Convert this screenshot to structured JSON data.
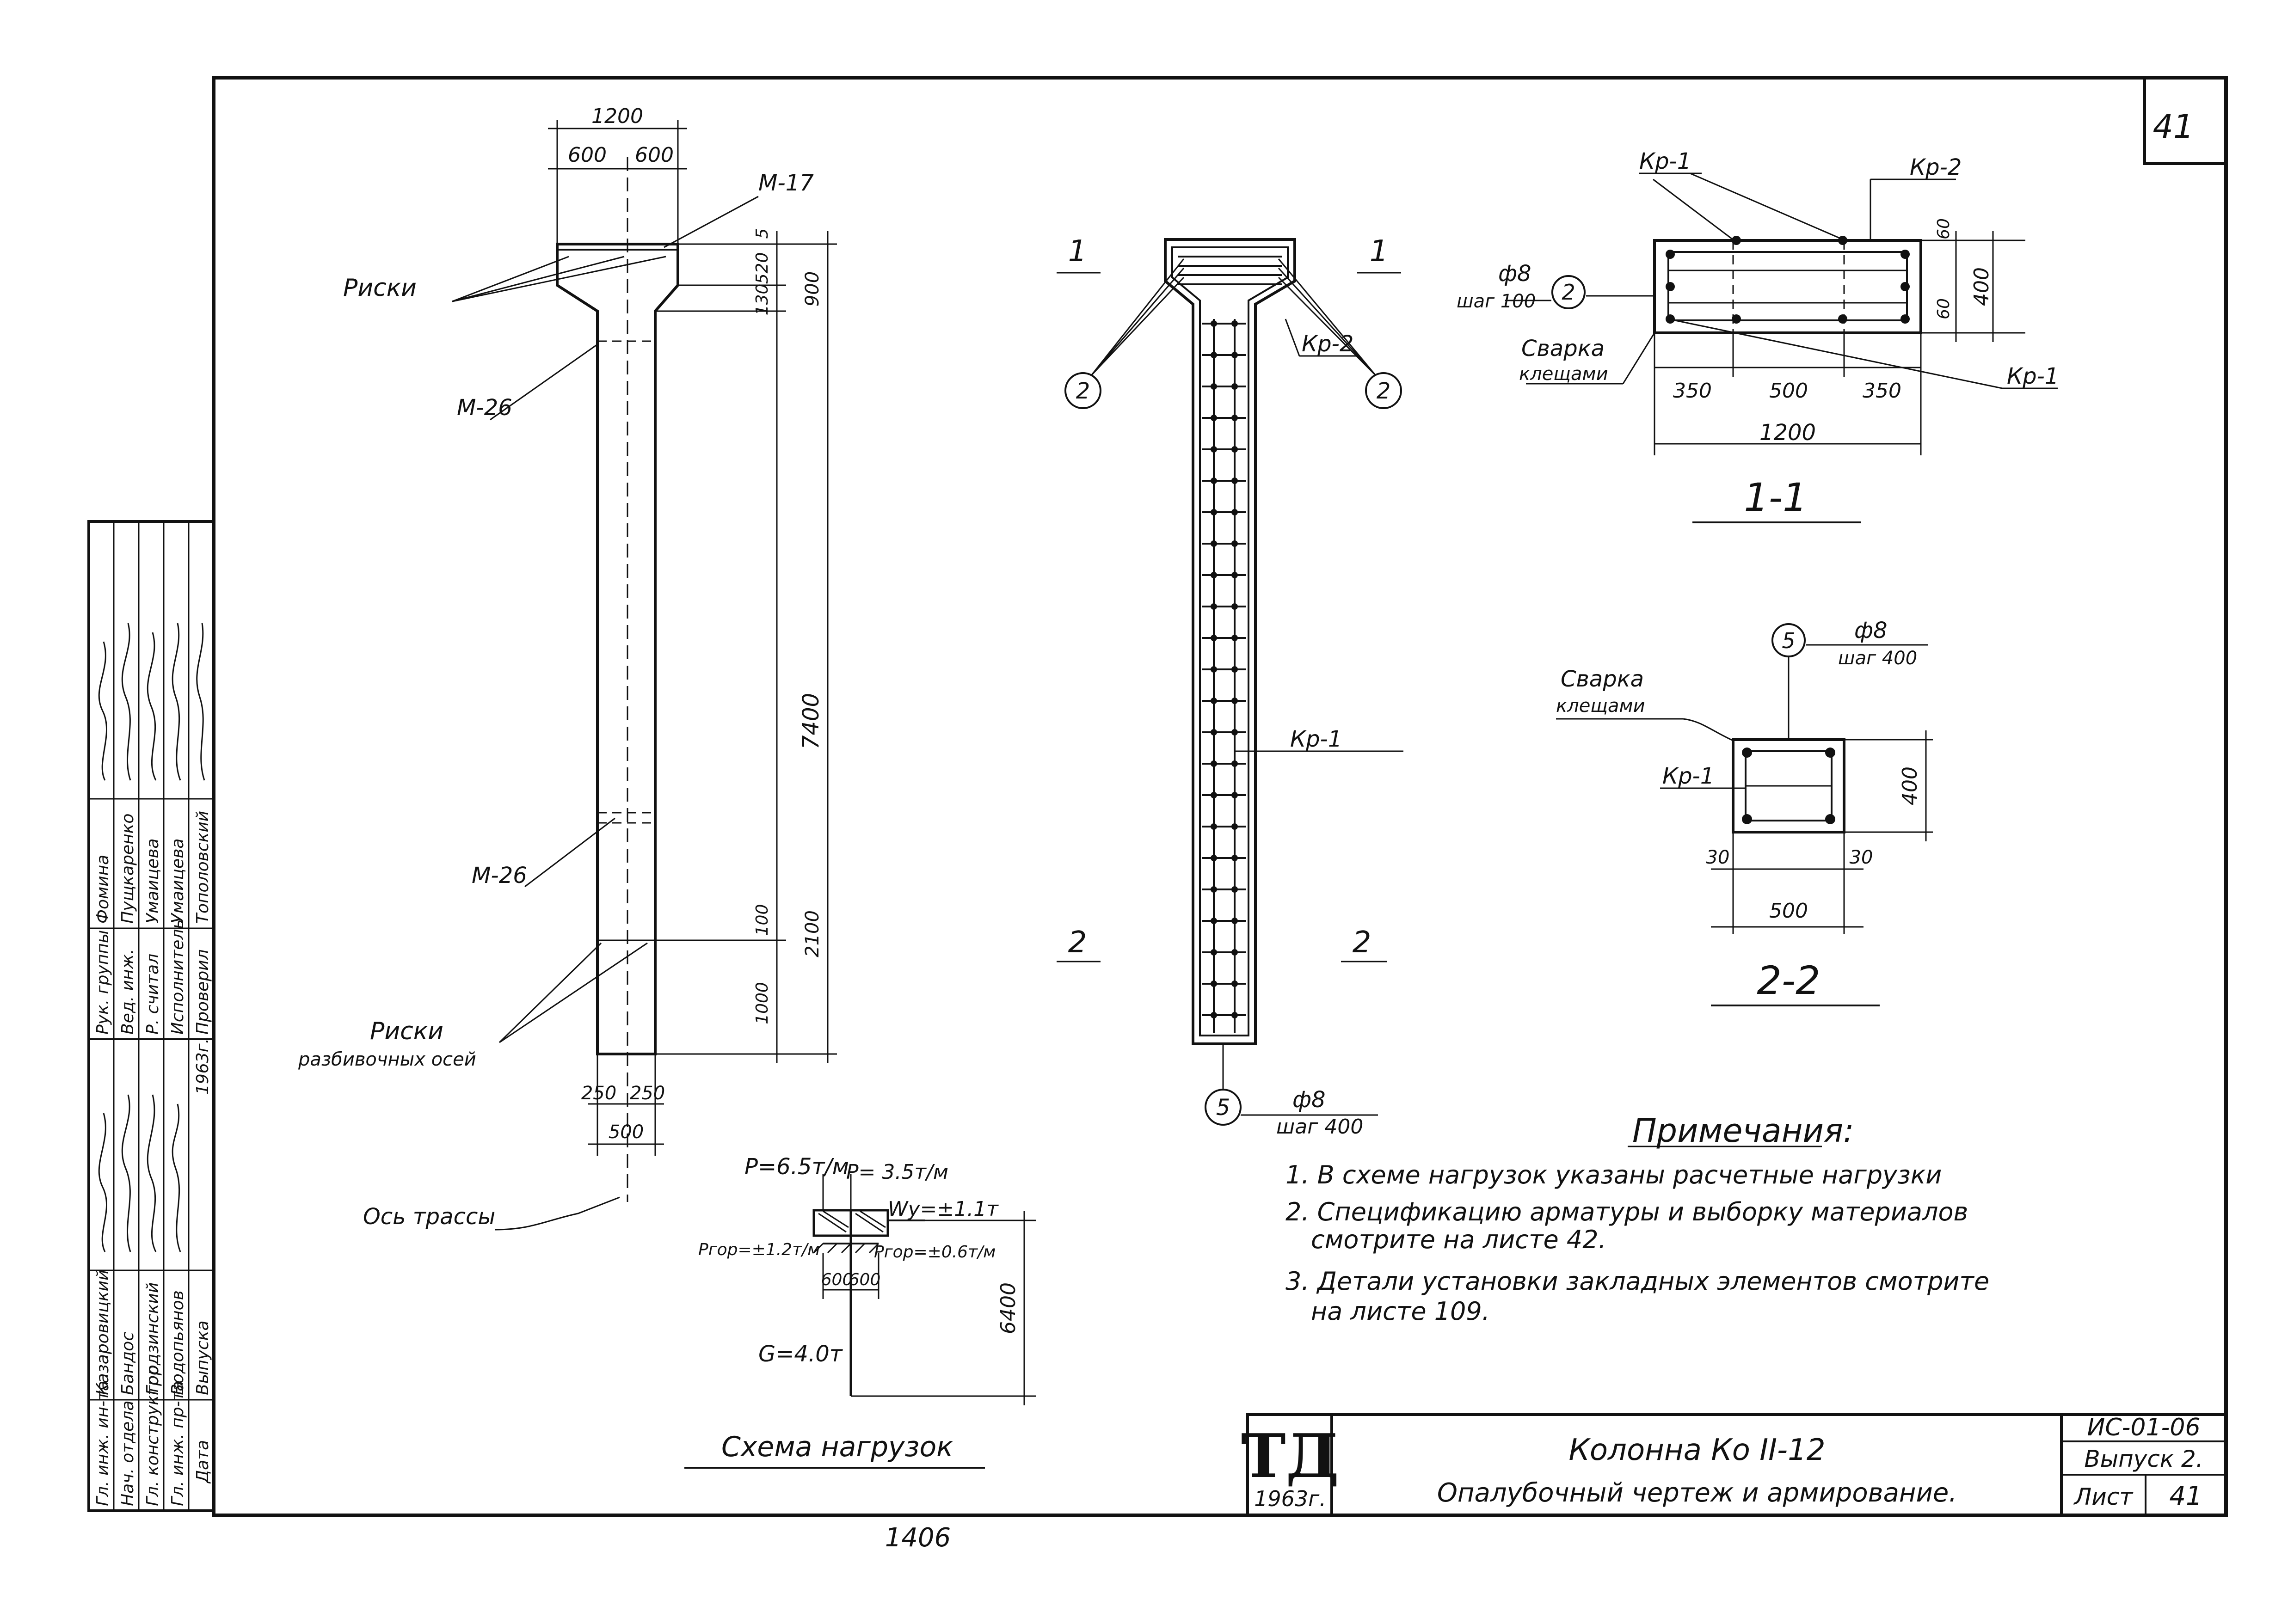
{
  "sheet_number_corner": "41",
  "column_view": {
    "dim_top_total": "1200",
    "dim_top_left": "600",
    "dim_top_right": "600",
    "label_m17": "M-17",
    "label_riski": "Риски",
    "label_m26_top": "M-26",
    "dim_r_5": "5",
    "dim_r_520": "520",
    "dim_r_130": "130",
    "dim_r_900": "900",
    "dim_total_height": "7400",
    "label_m26_bottom": "M-26",
    "dim_r_100": "100",
    "dim_r_2100": "2100",
    "dim_r_1000": "1000",
    "label_riski_axes_1": "Риски",
    "label_riski_axes_2": "разбивочных осей",
    "dim_bottom_left": "250",
    "dim_bottom_right": "250",
    "dim_bottom_total": "500",
    "label_route_axis": "Ось трассы"
  },
  "reinforcement_view": {
    "section_mark_1_left": "1",
    "section_mark_1_right": "1",
    "section_mark_2_left": "2",
    "section_mark_2_right": "2",
    "callout_2_left": "2",
    "callout_2_right": "2",
    "label_kr2": "Кр-2",
    "label_kr1": "Кр-1",
    "callout_5": "5",
    "rebar_diameter": "ф8",
    "rebar_step": "шаг 400"
  },
  "section_1_1": {
    "label_kr1_top": "Кр-1",
    "label_kr2_top": "Кр-2",
    "callout_2": "2",
    "rebar_diameter": "ф8",
    "rebar_step": "шаг 100",
    "dim_60_top": "60",
    "dim_60_bottom": "60",
    "dim_height": "400",
    "label_welding_1": "Сварка",
    "label_welding_2": "клещами",
    "label_kr1_right": "Кр-1",
    "dim_350_left": "350",
    "dim_500": "500",
    "dim_350_right": "350",
    "dim_total": "1200",
    "title": "1-1"
  },
  "section_2_2": {
    "callout_5": "5",
    "rebar_diameter": "ф8",
    "rebar_step": "шаг 400",
    "label_welding_1": "Сварка",
    "label_welding_2": "клещами",
    "label_kr1": "Кр-1",
    "dim_height": "400",
    "dim_30_left": "30",
    "dim_30_right": "30",
    "dim_width": "500",
    "title": "2-2"
  },
  "load_scheme": {
    "load_p1": "P=6.5т/м",
    "load_p2": "P= 3.5т/м",
    "load_w": "Wy=±1.1т",
    "load_pgor_left": "Pгор=±1.2т/м",
    "load_pgor_right": "Pгор=±0.6т/м",
    "dim_600_left": "600",
    "dim_600_right": "600",
    "dim_height": "6400",
    "load_g": "G=4.0т",
    "title": "Схема нагрузок"
  },
  "notes": {
    "heading": "Примечания:",
    "items": [
      "1. В схеме нагрузок указаны расчетные нагрузки",
      "2. Спецификацию арматуры и выборку материалов",
      "смотрите на листе 42.",
      "3. Детали установки закладных элементов смотрите",
      "на листе 109."
    ]
  },
  "title_block": {
    "logo_main": "ТД",
    "logo_year": "1963г.",
    "title_line1": "Колонна Ко II-12",
    "title_line2": "Опалубочный чертеж и армирование.",
    "code": "ИС-01-06",
    "issue": "Выпуск 2.",
    "sheet_label": "Лист",
    "sheet_number": "41"
  },
  "stamp": {
    "roles_left": [
      "Гл. инж. ин-та",
      "Нач. отдела",
      "Гл. конструктор",
      "Гл. инж. пр-та",
      "Дата"
    ],
    "names_left": [
      "Казаровицкий",
      "Бандос",
      "Гродзинский",
      "Водопьянов",
      "Выпуска"
    ],
    "date_value": "1963г.",
    "roles_right": [
      "Рук. группы",
      "Вед. инж.",
      "Р. считал",
      "Исполнитель",
      "Проверил"
    ],
    "names_right": [
      "Фомина",
      "Пущкаренко",
      "Умаицева",
      "Умаицева",
      "Тополовский"
    ]
  },
  "bottom_handwritten": "1406"
}
